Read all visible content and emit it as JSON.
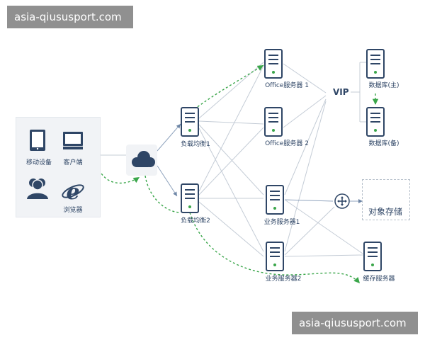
{
  "watermarks": {
    "top": "asia-qiususport.com",
    "bottom": "asia-qiususport.com"
  },
  "clients": {
    "mobile": "移动设备",
    "client": "客户端",
    "browser": "浏览器"
  },
  "load_balancers": {
    "lb1": "负载均衡1",
    "lb2": "负载均衡2"
  },
  "servers": {
    "office1": "Office服务器 1",
    "office2": "Office服务器 2",
    "biz1": "业务服务器1",
    "biz2": "业务服务器2",
    "cache": "缓存服务器"
  },
  "databases": {
    "primary": "数据库(主)",
    "backup": "数据库(备)"
  },
  "vip": "VIP",
  "object_storage": "对象存储",
  "colors": {
    "node": "#2f4666",
    "line": "#b9c3cf",
    "dashed_green": "#3aa64a",
    "background": "#ffffff"
  }
}
